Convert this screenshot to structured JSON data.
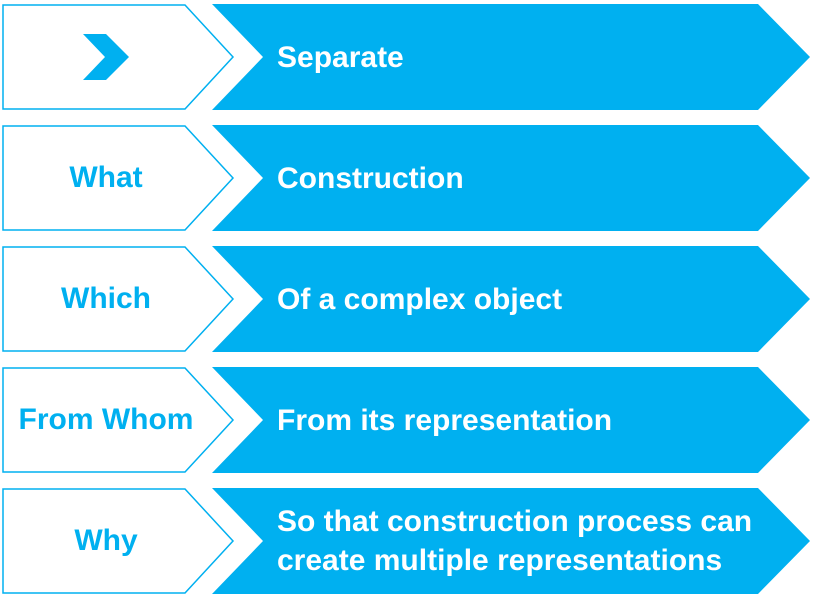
{
  "colors": {
    "accent": "#00B0F0",
    "shape_fill_left": "#FFFFFF",
    "label_text": "#00B0F0",
    "content_text": "#FFFFFF"
  },
  "diagram": {
    "type": "chevron-list",
    "rows": [
      {
        "label": "",
        "icon": "chevron-right-icon",
        "content": "Separate"
      },
      {
        "label": "What",
        "content": "Construction"
      },
      {
        "label": "Which",
        "content": "Of a complex object"
      },
      {
        "label": "From Whom",
        "content": "From its representation"
      },
      {
        "label": "Why",
        "content": "So that construction process can create multiple representations"
      }
    ]
  }
}
